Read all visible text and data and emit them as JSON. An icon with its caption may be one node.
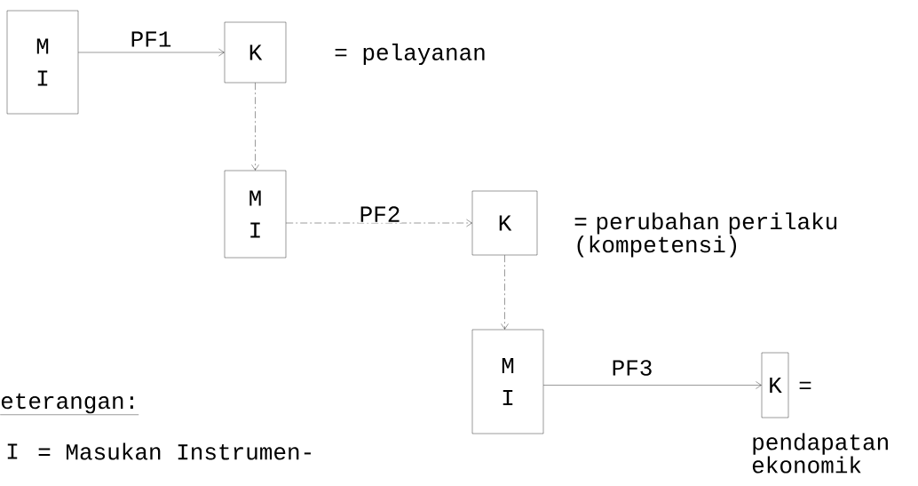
{
  "diagram": {
    "nodes": [
      {
        "text": [
          "M",
          "I"
        ]
      },
      {
        "text": [
          "K"
        ],
        "beside": [
          "= pelayanan"
        ]
      },
      {
        "text": [
          "M",
          "I"
        ]
      },
      {
        "text": [
          "K"
        ],
        "beside": [
          "= perubahan perilaku (kompetensi)"
        ]
      },
      {
        "text": [
          "M",
          "I"
        ]
      },
      {
        "text": [
          "K"
        ],
        "beside": [
          "=",
          "pendapatan ekonomik"
        ]
      }
    ],
    "edges": [
      {
        "from": 0,
        "to": 1,
        "arrow": "to",
        "label": "PF1"
      },
      {
        "from": 1,
        "to": 2,
        "arrow": "to",
        "style": "dashed"
      },
      {
        "from": 2,
        "to": 3,
        "arrow": "to",
        "style": "dashed",
        "label": "PF2"
      },
      {
        "from": 3,
        "to": 4,
        "arrow": "to",
        "style": "dashed"
      },
      {
        "from": 4,
        "to": 5,
        "arrow": "to",
        "label": "PF3"
      }
    ],
    "labels": [
      "eterangan:",
      "I",
      "= Masukan Instrumen-"
    ]
  }
}
